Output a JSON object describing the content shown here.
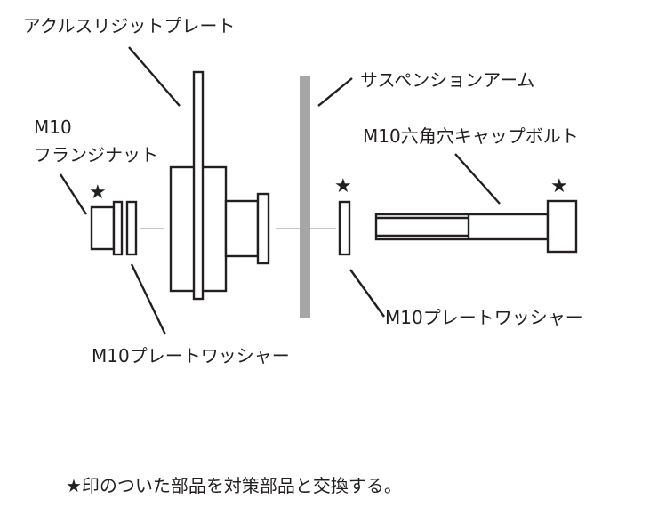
{
  "labels": {
    "axle_plate": "アクルスリジットプレート",
    "suspension_arm": "サスペンションアーム",
    "flange_nut_size": "M10",
    "flange_nut": "フランジナット",
    "cap_bolt": "M10六角穴キャップボルト",
    "washer_right": "M10プレートワッシャー",
    "washer_left": "M10プレートワッシャー"
  },
  "marker": "★",
  "footer_note": "★印のついた部品を対策部品と交換する。",
  "colors": {
    "line": "#231f20",
    "arm": "#a6a6a6",
    "axis": "#b5b5b5"
  }
}
